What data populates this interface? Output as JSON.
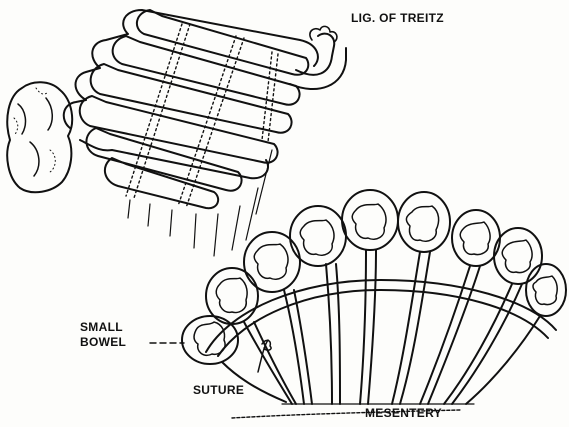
{
  "labels": {
    "ligament": "LIG. OF TREITZ",
    "small": "SMALL",
    "bowel": "BOWEL",
    "suture": "SUTURE",
    "mesentery": "MESENTERY"
  },
  "colors": {
    "ink": "#111111",
    "paper": "#fdfdfb"
  }
}
